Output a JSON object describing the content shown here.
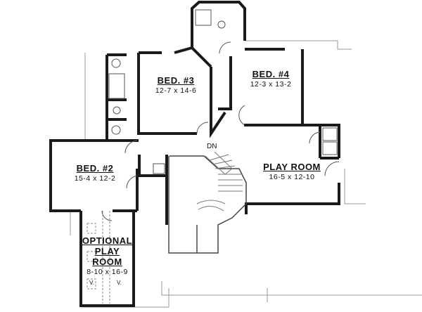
{
  "rooms": [
    {
      "name": "BED. #3",
      "dims": "12-7 x 14-6"
    },
    {
      "name": "BED. #4",
      "dims": "12-3 x 13-2"
    },
    {
      "name": "BED. #2",
      "dims": "15-4 x 12-2"
    },
    {
      "name": "PLAY ROOM",
      "dims": "16-5 x 12-10"
    },
    {
      "name_lines": [
        "OPTIONAL",
        "PLAY",
        "ROOM"
      ],
      "dims": "8-10 x 16-9"
    }
  ],
  "stair_label": "DN",
  "vent_labels": [
    "V.",
    "V."
  ],
  "colors": {
    "wall": "#1a1a1a",
    "fixture": "#555555",
    "roof_line": "#999999"
  }
}
